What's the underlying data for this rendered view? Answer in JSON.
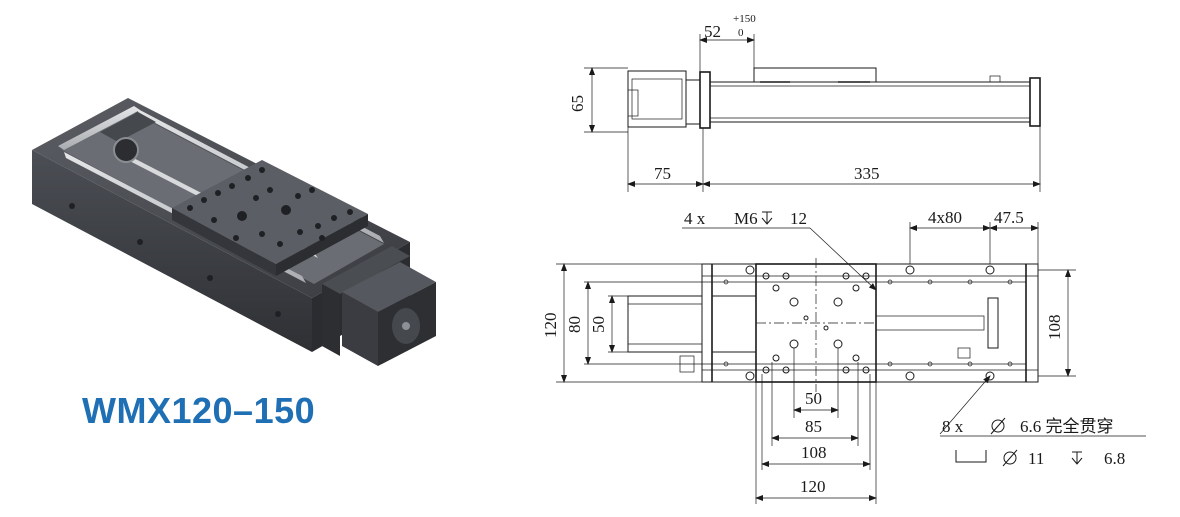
{
  "title": "WMX120–150",
  "colors": {
    "title": "#1f6fb5",
    "line": "#1a1a1a",
    "body_dark": "#3b3d42",
    "body_mid": "#55585e",
    "rail": "#c9ccd0"
  },
  "top_view": {
    "dim_stroke": "52",
    "dim_tol_upper": "+150",
    "dim_tol_lower": "0",
    "dim_height": "65",
    "dim_motor": "75",
    "dim_body": "335"
  },
  "plan_view": {
    "callout_tapped": "4 x  M6╧ 12",
    "callout_tapped_a": "4 x",
    "callout_tapped_b": "M6",
    "callout_tapped_c": "12",
    "dim_pitch": "4x80",
    "dim_end": "47.5",
    "dim_width": "120",
    "dim_80": "80",
    "dim_50": "50",
    "dim_108_right": "108",
    "dim_bottom_50": "50",
    "dim_bottom_85": "85",
    "dim_bottom_108": "108",
    "dim_bottom_120": "120",
    "note_line1_a": "8 x",
    "note_line1_b": "6.6 完全贯穿",
    "note_line2_a": "11",
    "note_line2_b": "6.8"
  }
}
